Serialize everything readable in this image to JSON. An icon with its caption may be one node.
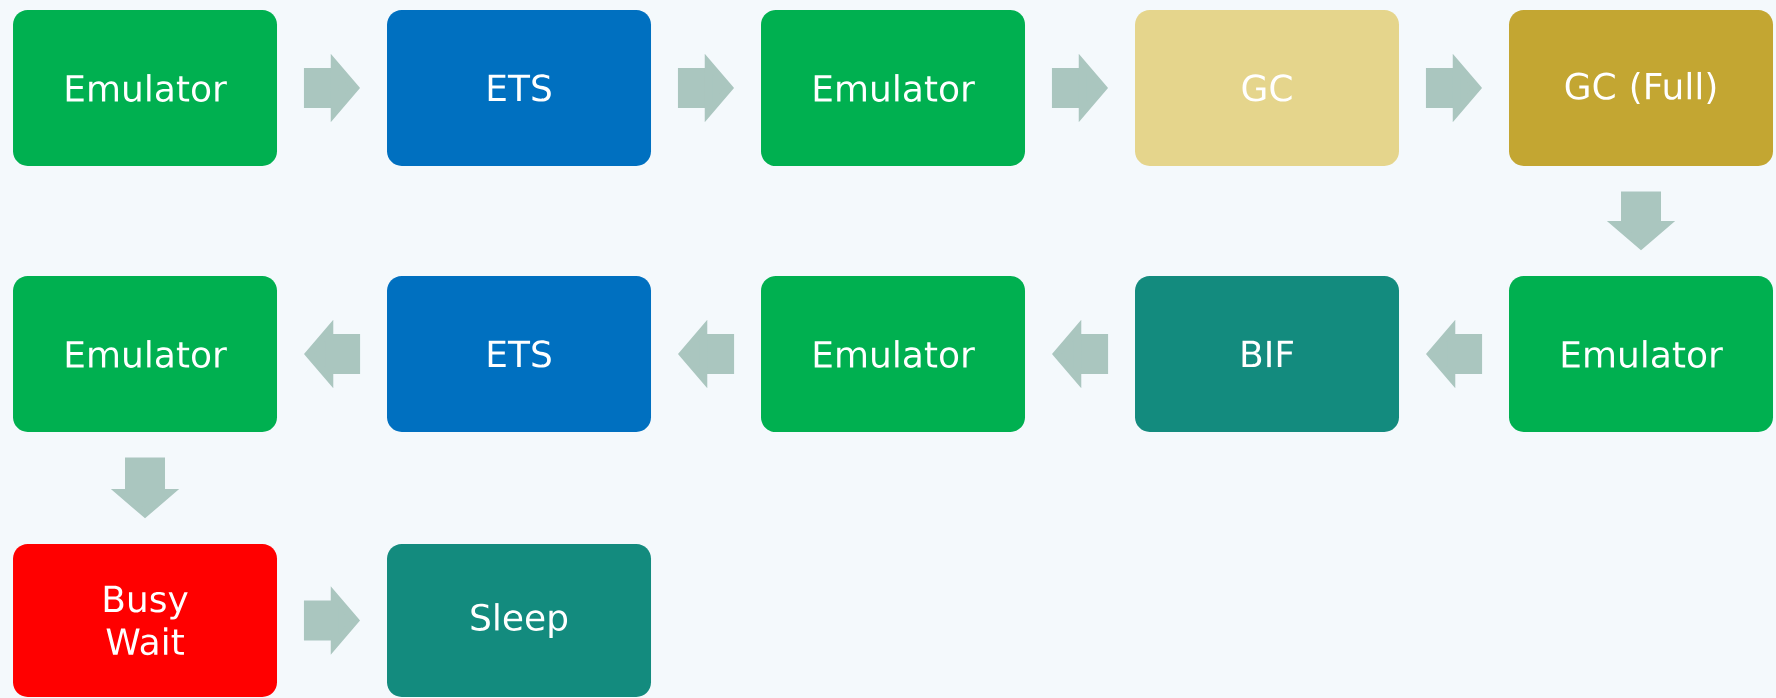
{
  "diagram": {
    "nodes": [
      {
        "text": [
          "Emulator"
        ]
      },
      {
        "text": [
          "ETS"
        ]
      },
      {
        "text": [
          "Emulator"
        ]
      },
      {
        "text": [
          "GC"
        ]
      },
      {
        "text": [
          "GC (Full)"
        ]
      },
      {
        "text": [
          "Emulator"
        ]
      },
      {
        "text": [
          "ETS"
        ]
      },
      {
        "text": [
          "Emulator"
        ]
      },
      {
        "text": [
          "BIF"
        ]
      },
      {
        "text": [
          "Emulator"
        ]
      },
      {
        "text": [
          "Busy Wait"
        ]
      },
      {
        "text": [
          "Sleep"
        ]
      }
    ],
    "edges": [
      {
        "from": 0,
        "to": 1,
        "arrow": "to"
      },
      {
        "from": 1,
        "to": 2,
        "arrow": "to"
      },
      {
        "from": 2,
        "to": 3,
        "arrow": "to"
      },
      {
        "from": 3,
        "to": 4,
        "arrow": "to"
      },
      {
        "from": 4,
        "to": 9,
        "arrow": "to"
      },
      {
        "from": 9,
        "to": 8,
        "arrow": "to"
      },
      {
        "from": 8,
        "to": 7,
        "arrow": "to"
      },
      {
        "from": 7,
        "to": 6,
        "arrow": "to"
      },
      {
        "from": 6,
        "to": 5,
        "arrow": "to"
      },
      {
        "from": 5,
        "to": 10,
        "arrow": "to"
      },
      {
        "from": 10,
        "to": 11,
        "arrow": "to"
      }
    ]
  }
}
